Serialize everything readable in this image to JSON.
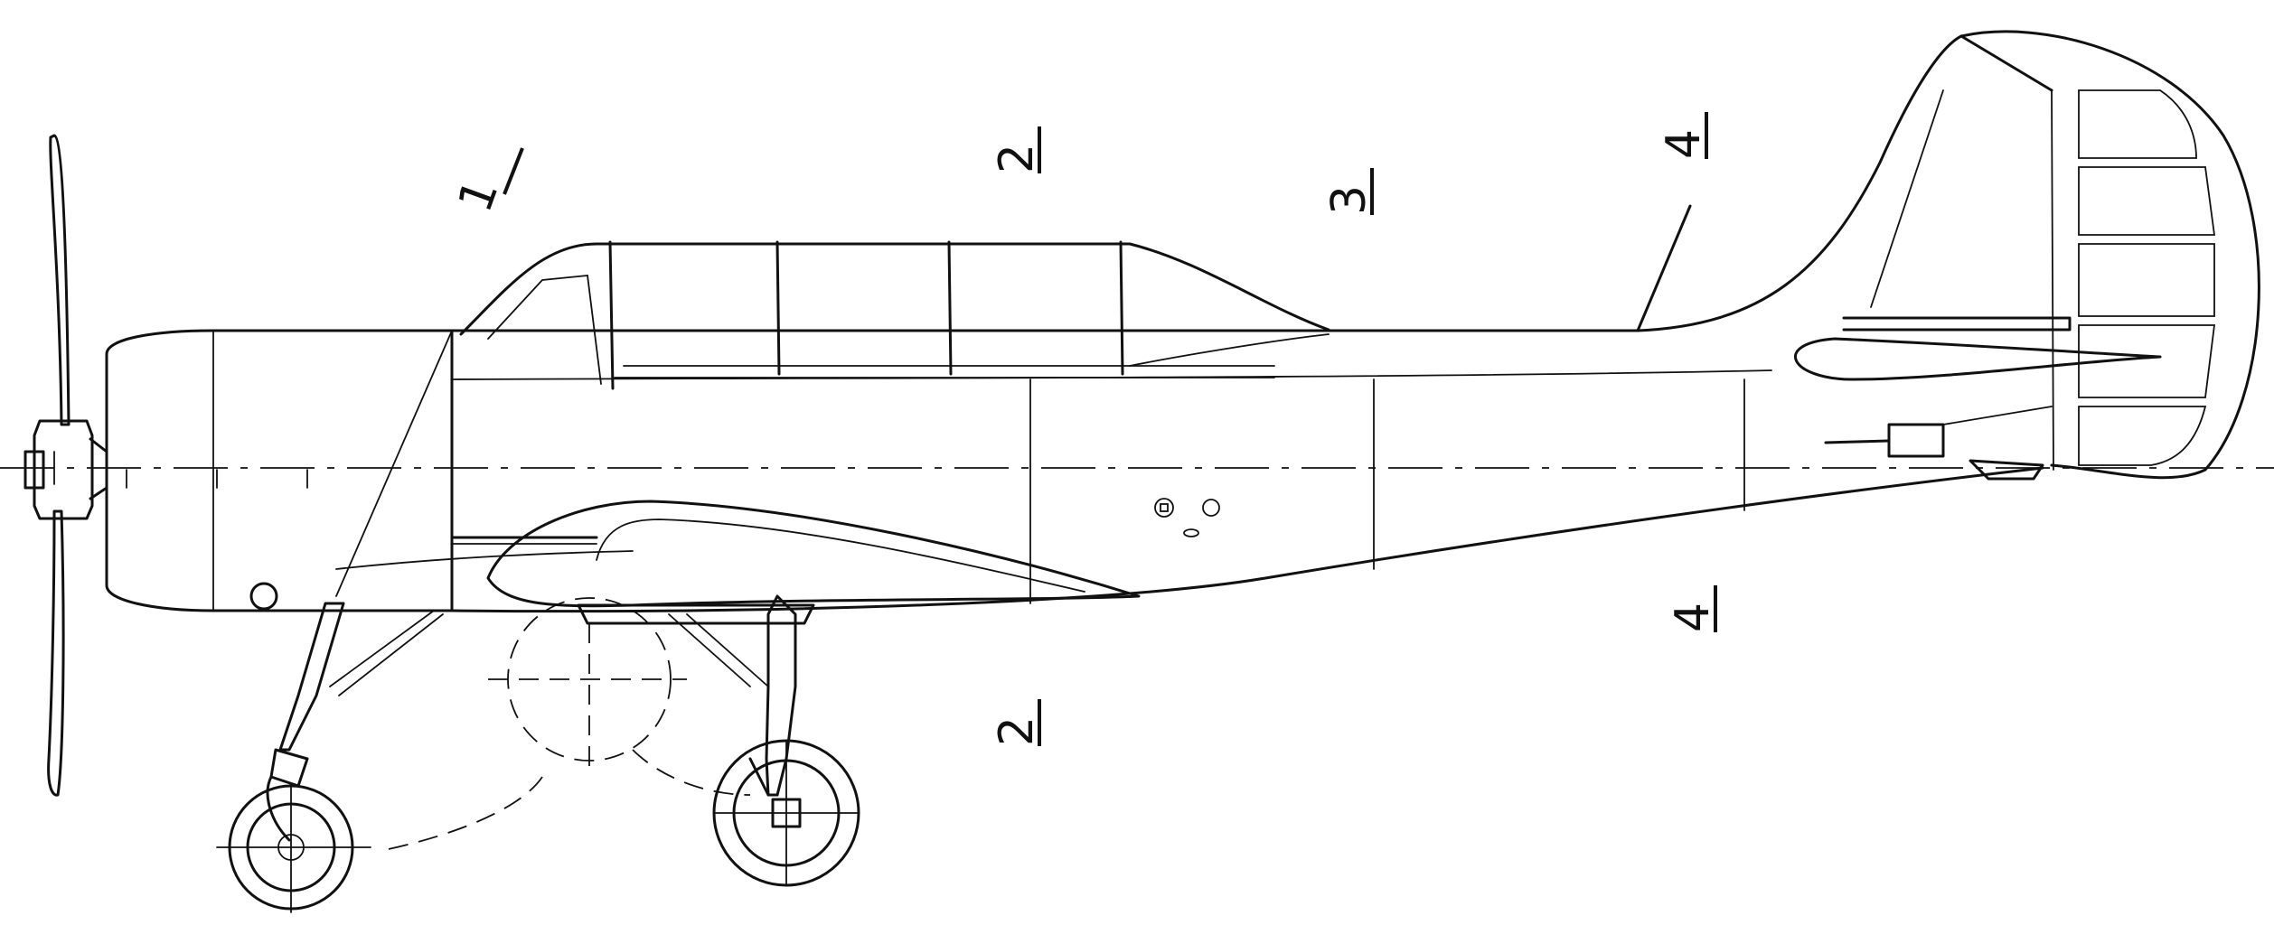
{
  "section_labels": [
    {
      "id": "s1",
      "text": "1"
    },
    {
      "id": "s2-top",
      "text": "2"
    },
    {
      "id": "s3",
      "text": "3"
    },
    {
      "id": "s4-top",
      "text": "4"
    },
    {
      "id": "s2-bottom",
      "text": "2"
    },
    {
      "id": "s4-bottom",
      "text": "4"
    }
  ]
}
